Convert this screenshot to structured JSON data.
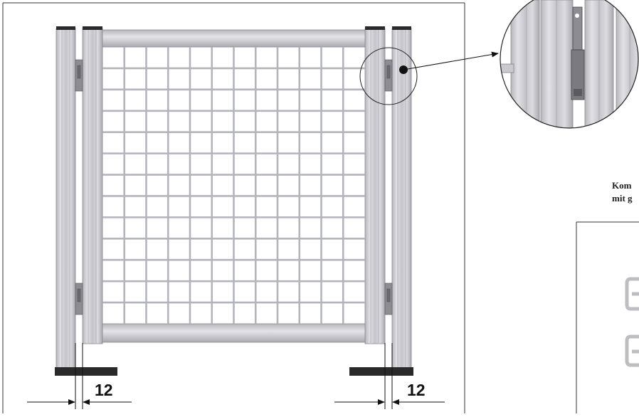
{
  "drawing": {
    "dimension_left": "12",
    "dimension_right": "12",
    "caption_line1": "Kom",
    "caption_line2": "mit g"
  },
  "colors": {
    "frame_profile": "#c8c8cc",
    "profile_shadow": "#a8a8ae",
    "mesh": "#b4b4bc",
    "foot_plate": "#2a2a2a",
    "line": "#222222"
  }
}
